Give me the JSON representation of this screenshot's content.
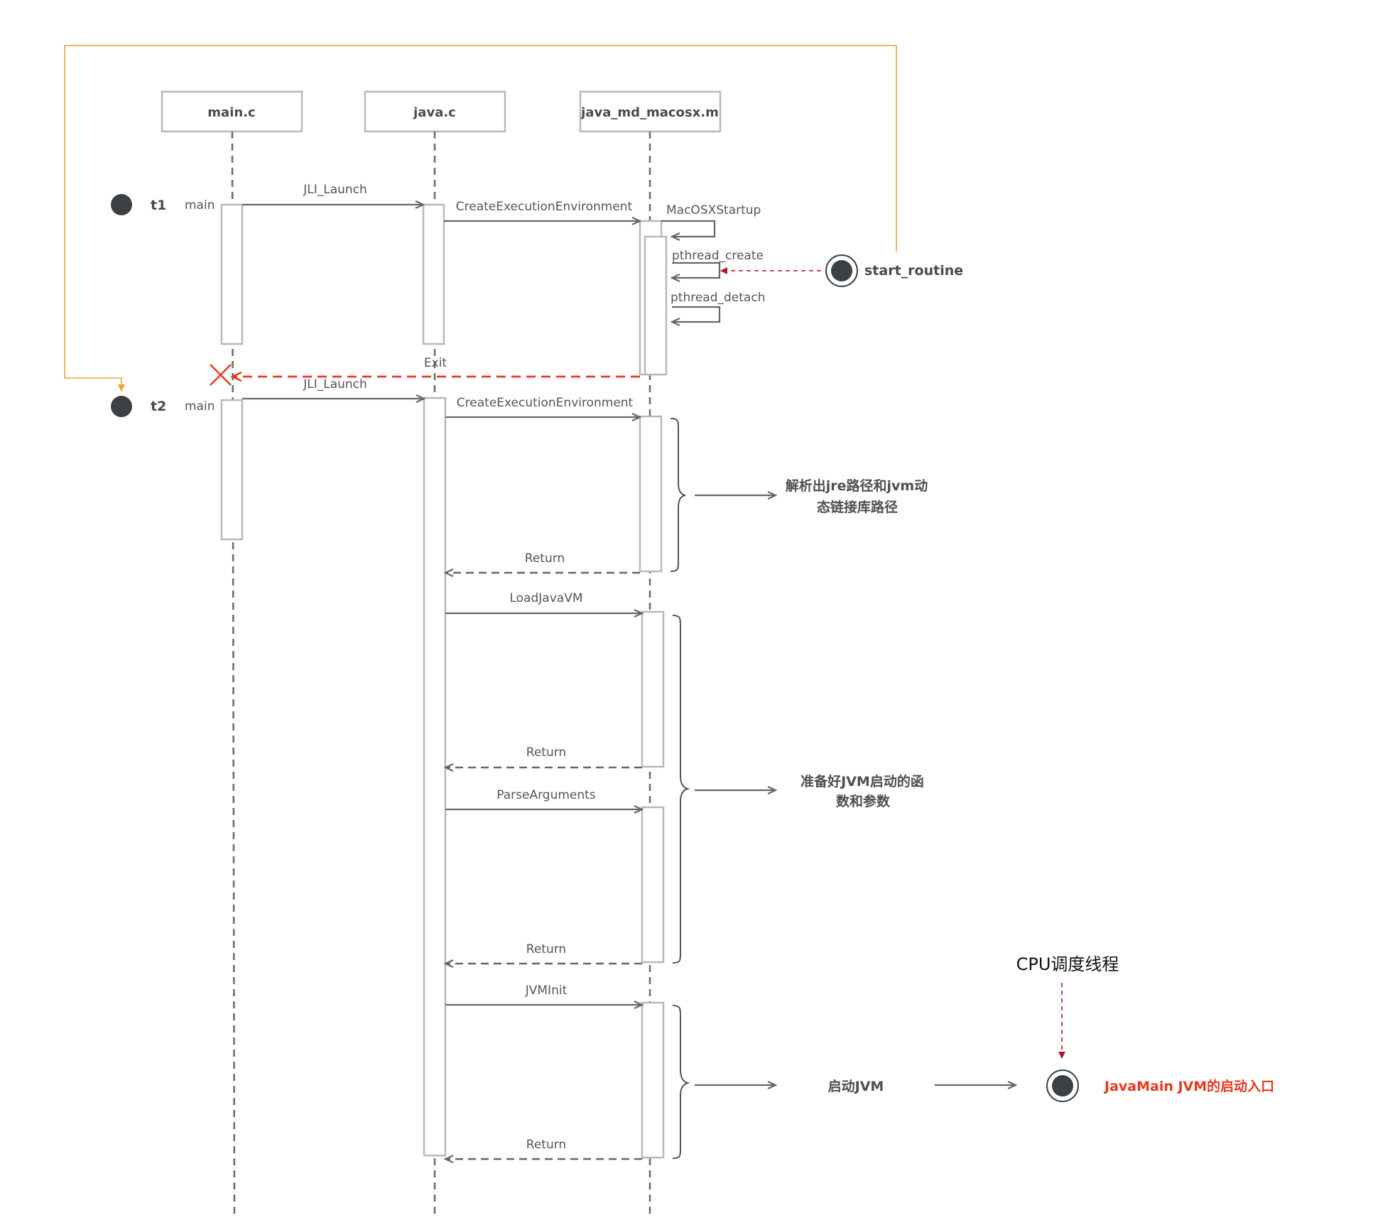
{
  "participants": [
    {
      "id": "main",
      "label": "main.c"
    },
    {
      "id": "java",
      "label": "java.c"
    },
    {
      "id": "md",
      "label": "java_md_macosx.m"
    }
  ],
  "threads": {
    "t1": {
      "label": "t1",
      "func": "main"
    },
    "t2": {
      "label": "t2",
      "func": "main"
    }
  },
  "messages": {
    "jli_launch_1": "JLI_Launch",
    "create_env_1": "CreateExecutionEnvironment",
    "macosx_startup": "MacOSXStartup",
    "pthread_create": "pthread_create",
    "pthread_detach": "pthread_detach",
    "exit": "Exit",
    "jli_launch_2": "JLI_Launch",
    "create_env_2": "CreateExecutionEnvironment",
    "return_1": "Return",
    "load_java_vm": "LoadJavaVM",
    "return_2": "Return",
    "parse_arguments": "ParseArguments",
    "return_3": "Return",
    "jvm_init": "JVMInit",
    "return_4": "Return"
  },
  "start_routine": "start_routine",
  "notes": {
    "parse_paths_line1": "解析出jre路径和jvm动",
    "parse_paths_line2": "态链接库路径",
    "prepare_line1": "准备好JVM启动的函",
    "prepare_line2": "数和参数",
    "start_jvm": "启动JVM",
    "cpu_schedule": "CPU调度线程",
    "java_main": "JavaMain JVM的启动入口"
  },
  "colors": {
    "lifeline": "#6e6e6e",
    "box_border": "#b8b8b8",
    "arrow": "#666666",
    "orange_loop": "#f0a030",
    "red_dashed": "#e8391e",
    "dark_red": "#b0142a",
    "node_fill": "#3d4043"
  }
}
